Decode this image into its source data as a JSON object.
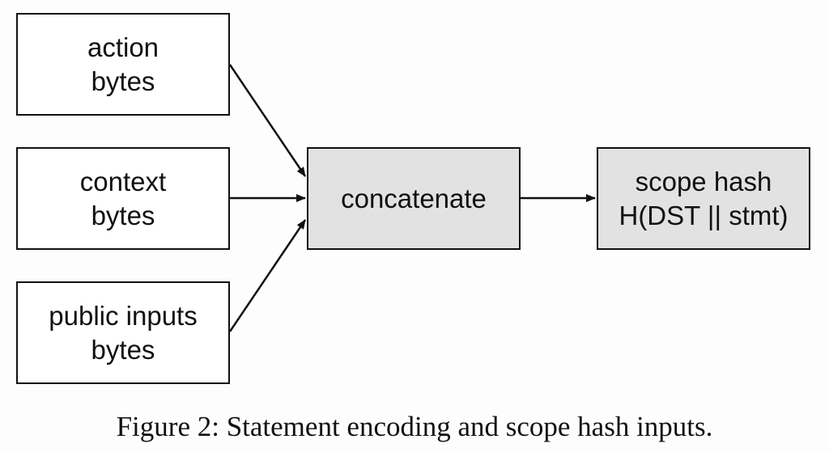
{
  "figure": {
    "caption": "Figure 2: Statement encoding and scope hash inputs."
  },
  "nodes": {
    "action": {
      "line1": "action",
      "line2": "bytes"
    },
    "context": {
      "line1": "context",
      "line2": "bytes"
    },
    "public_inputs": {
      "line1": "public inputs",
      "line2": "bytes"
    },
    "concatenate": {
      "line1": "concatenate"
    },
    "scope_hash": {
      "line1": "scope hash",
      "line2": "H(DST || stmt)"
    }
  },
  "edges": [
    {
      "from": "action",
      "to": "concatenate"
    },
    {
      "from": "context",
      "to": "concatenate"
    },
    {
      "from": "public_inputs",
      "to": "concatenate"
    },
    {
      "from": "concatenate",
      "to": "scope_hash"
    }
  ],
  "colors": {
    "input_box_fill": "#ffffff",
    "process_box_fill": "#e2e2e2",
    "stroke": "#111111"
  }
}
